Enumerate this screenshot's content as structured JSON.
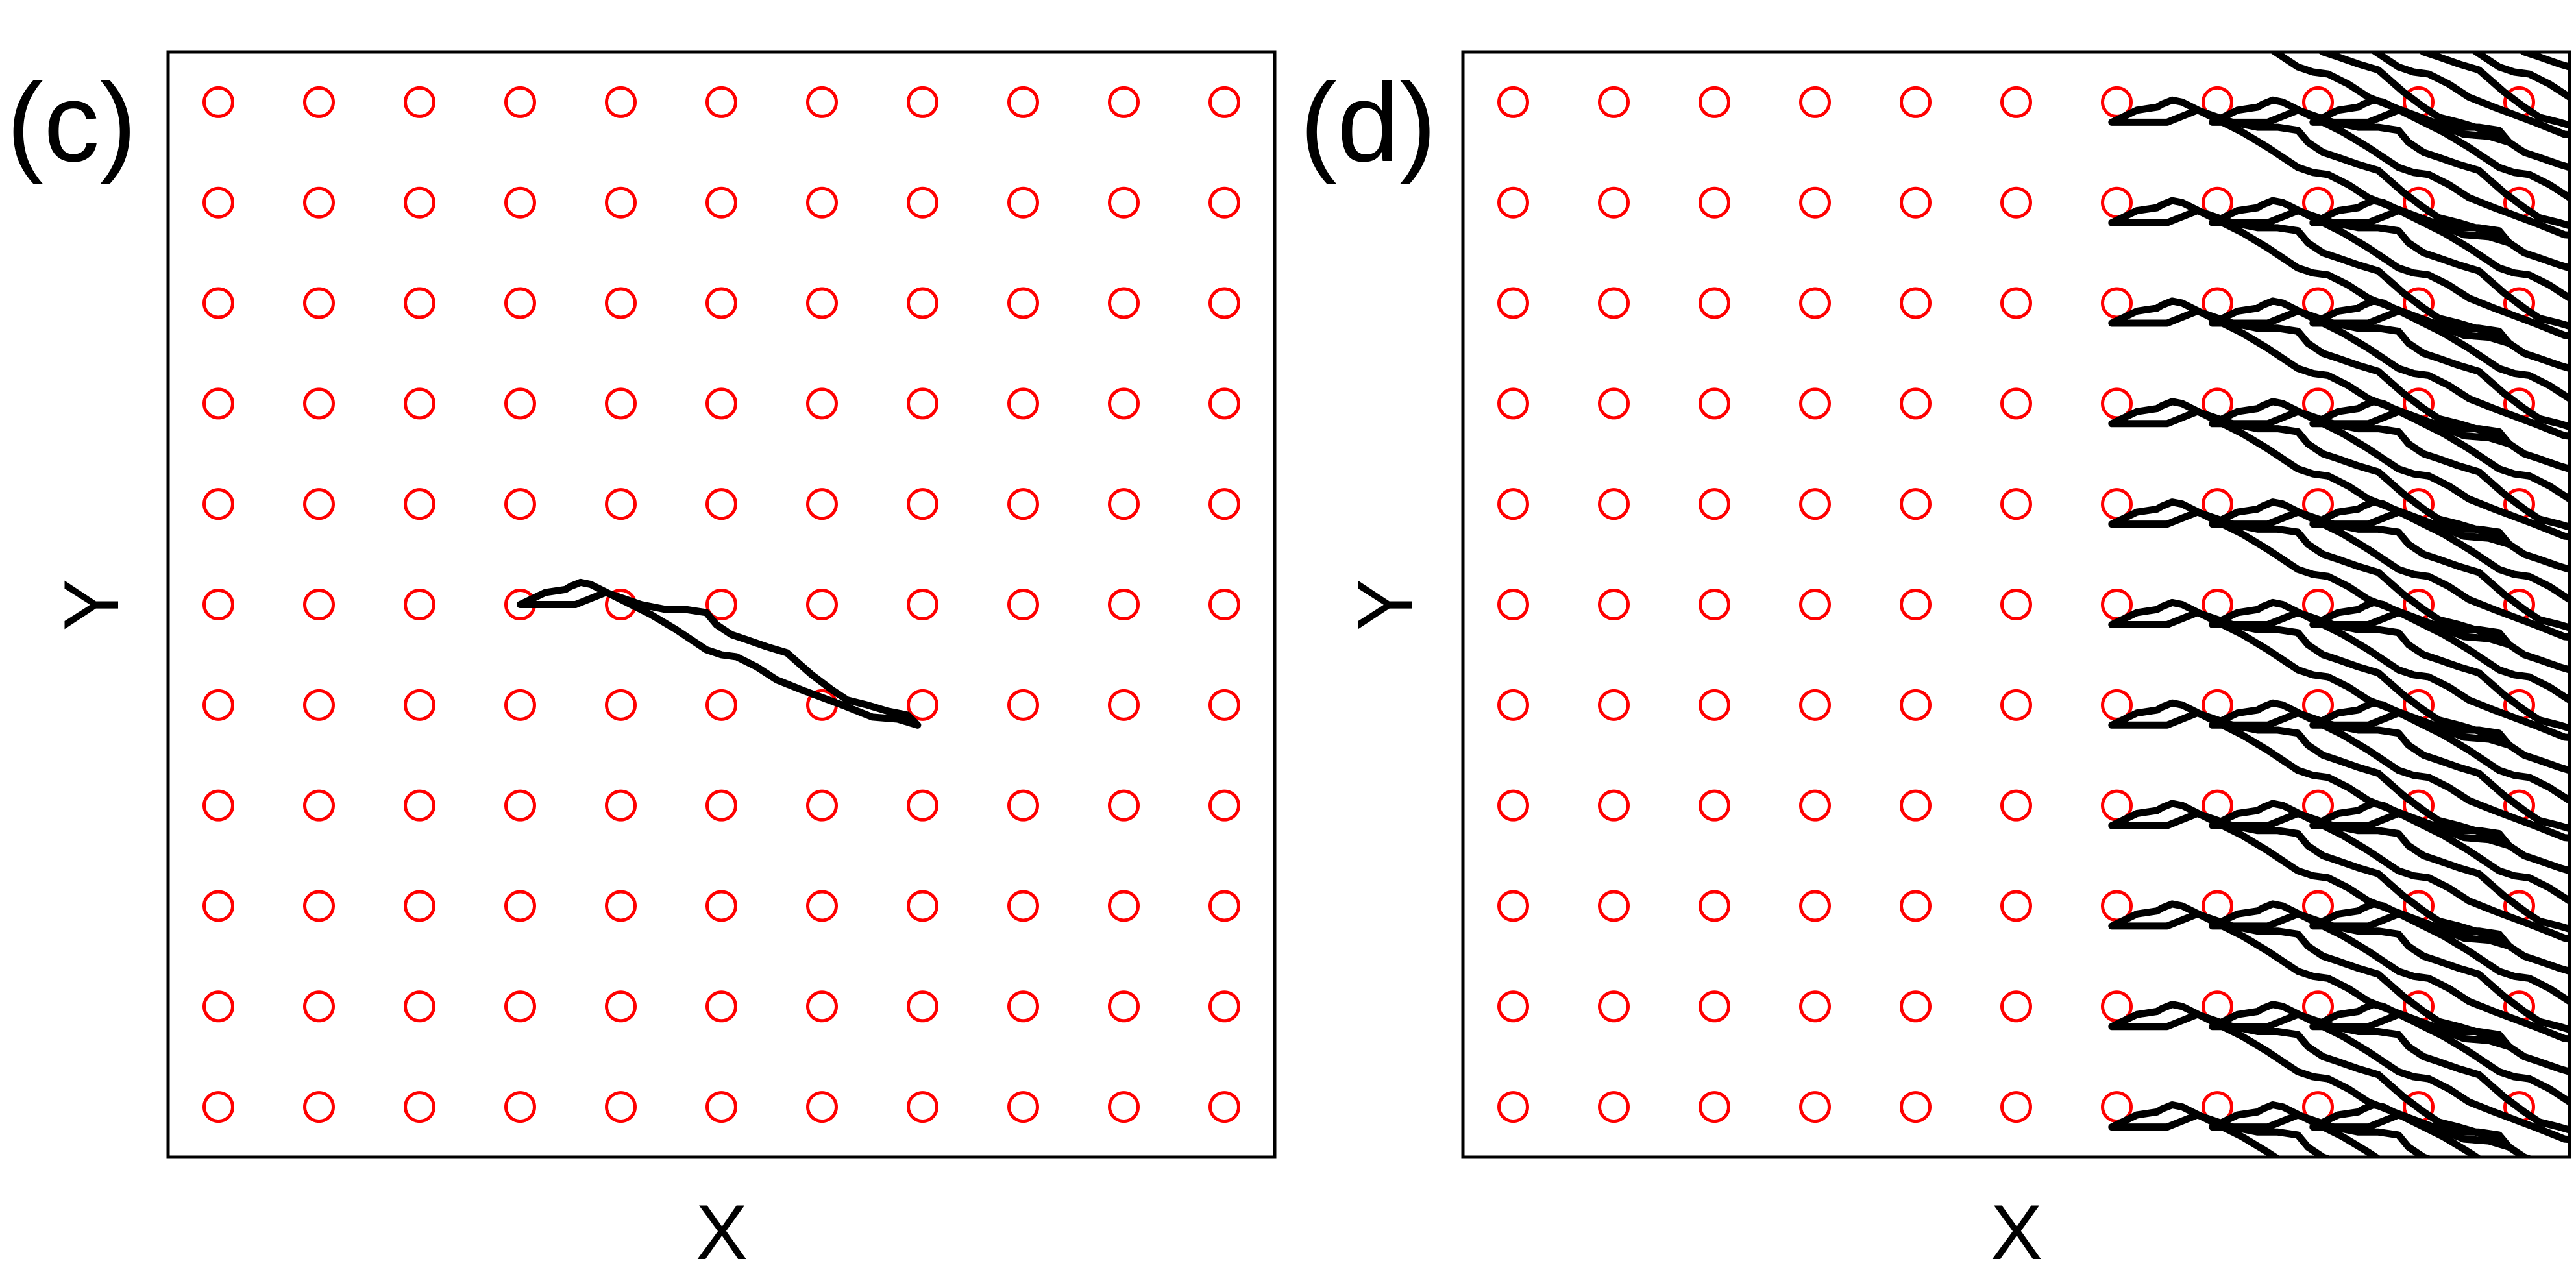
{
  "chart_data": [
    {
      "type": "scatter",
      "panel_label": "(c)",
      "xlabel": "X",
      "ylabel": "Y",
      "xlim": [
        0.5,
        11.5
      ],
      "ylim": [
        0.5,
        11.5
      ],
      "grid": false,
      "ticks": false,
      "lattice_points": {
        "marker": "open-circle",
        "color": "#ff0000",
        "x": [
          1,
          2,
          3,
          4,
          5,
          6,
          7,
          8,
          9,
          10,
          11
        ],
        "y": [
          1,
          2,
          3,
          4,
          5,
          6,
          7,
          8,
          9,
          10,
          11
        ]
      },
      "trajectory": {
        "color": "#000000",
        "periods_x": 1,
        "x_offset": 0,
        "periods_y": 1,
        "y_offset": 0
      }
    },
    {
      "type": "scatter",
      "panel_label": "(d)",
      "xlabel": "X",
      "ylabel": "Y",
      "xlim": [
        0.5,
        11.5
      ],
      "ylim": [
        0.5,
        11.5
      ],
      "grid": false,
      "ticks": false,
      "lattice_points": {
        "marker": "open-circle",
        "color": "#ff0000",
        "x": [
          1,
          2,
          3,
          4,
          5,
          6,
          7,
          8,
          9,
          10,
          11
        ],
        "y": [
          1,
          2,
          3,
          4,
          5,
          6,
          7,
          8,
          9,
          10,
          11
        ]
      },
      "trajectory": {
        "color": "#000000",
        "periods_x": 3,
        "x_offset": 2.95,
        "periods_y": 14,
        "y_offset": -0.2
      }
    }
  ]
}
